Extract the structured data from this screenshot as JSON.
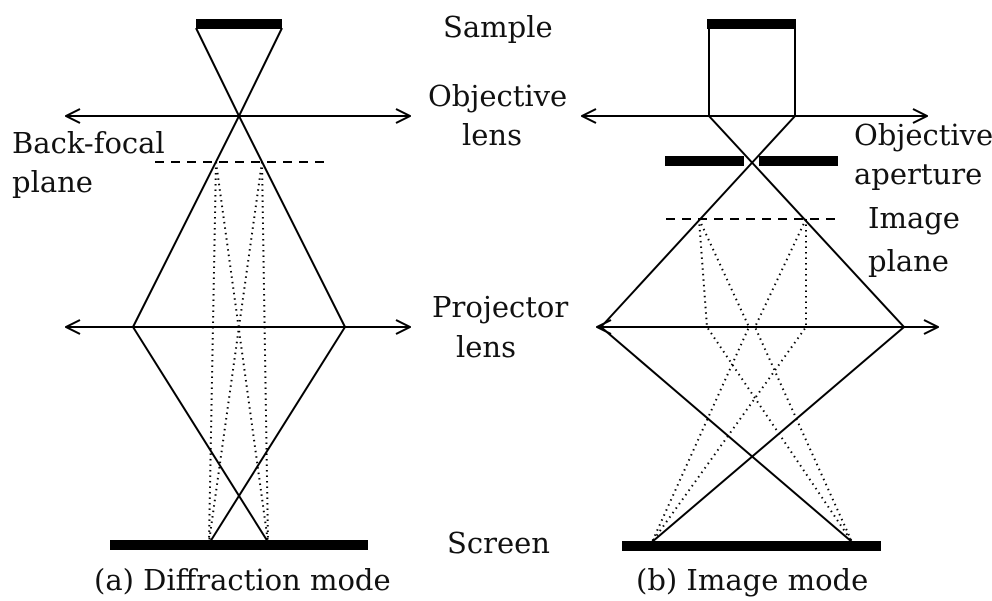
{
  "labels": {
    "sample": "Sample",
    "objective_lens_line1": "Objective",
    "objective_lens_line2": "lens",
    "back_focal_line1": "Back-focal",
    "back_focal_line2": "plane",
    "objective_aperture_line1": "Objective",
    "objective_aperture_line2": "aperture",
    "image_plane_line1": "Image",
    "image_plane_line2": "plane",
    "projector_lens_line1": "Projector",
    "projector_lens_line2": "lens",
    "screen": "Screen"
  },
  "captions": {
    "diffraction": "(a) Diffraction mode",
    "image": "(b) Image mode"
  }
}
